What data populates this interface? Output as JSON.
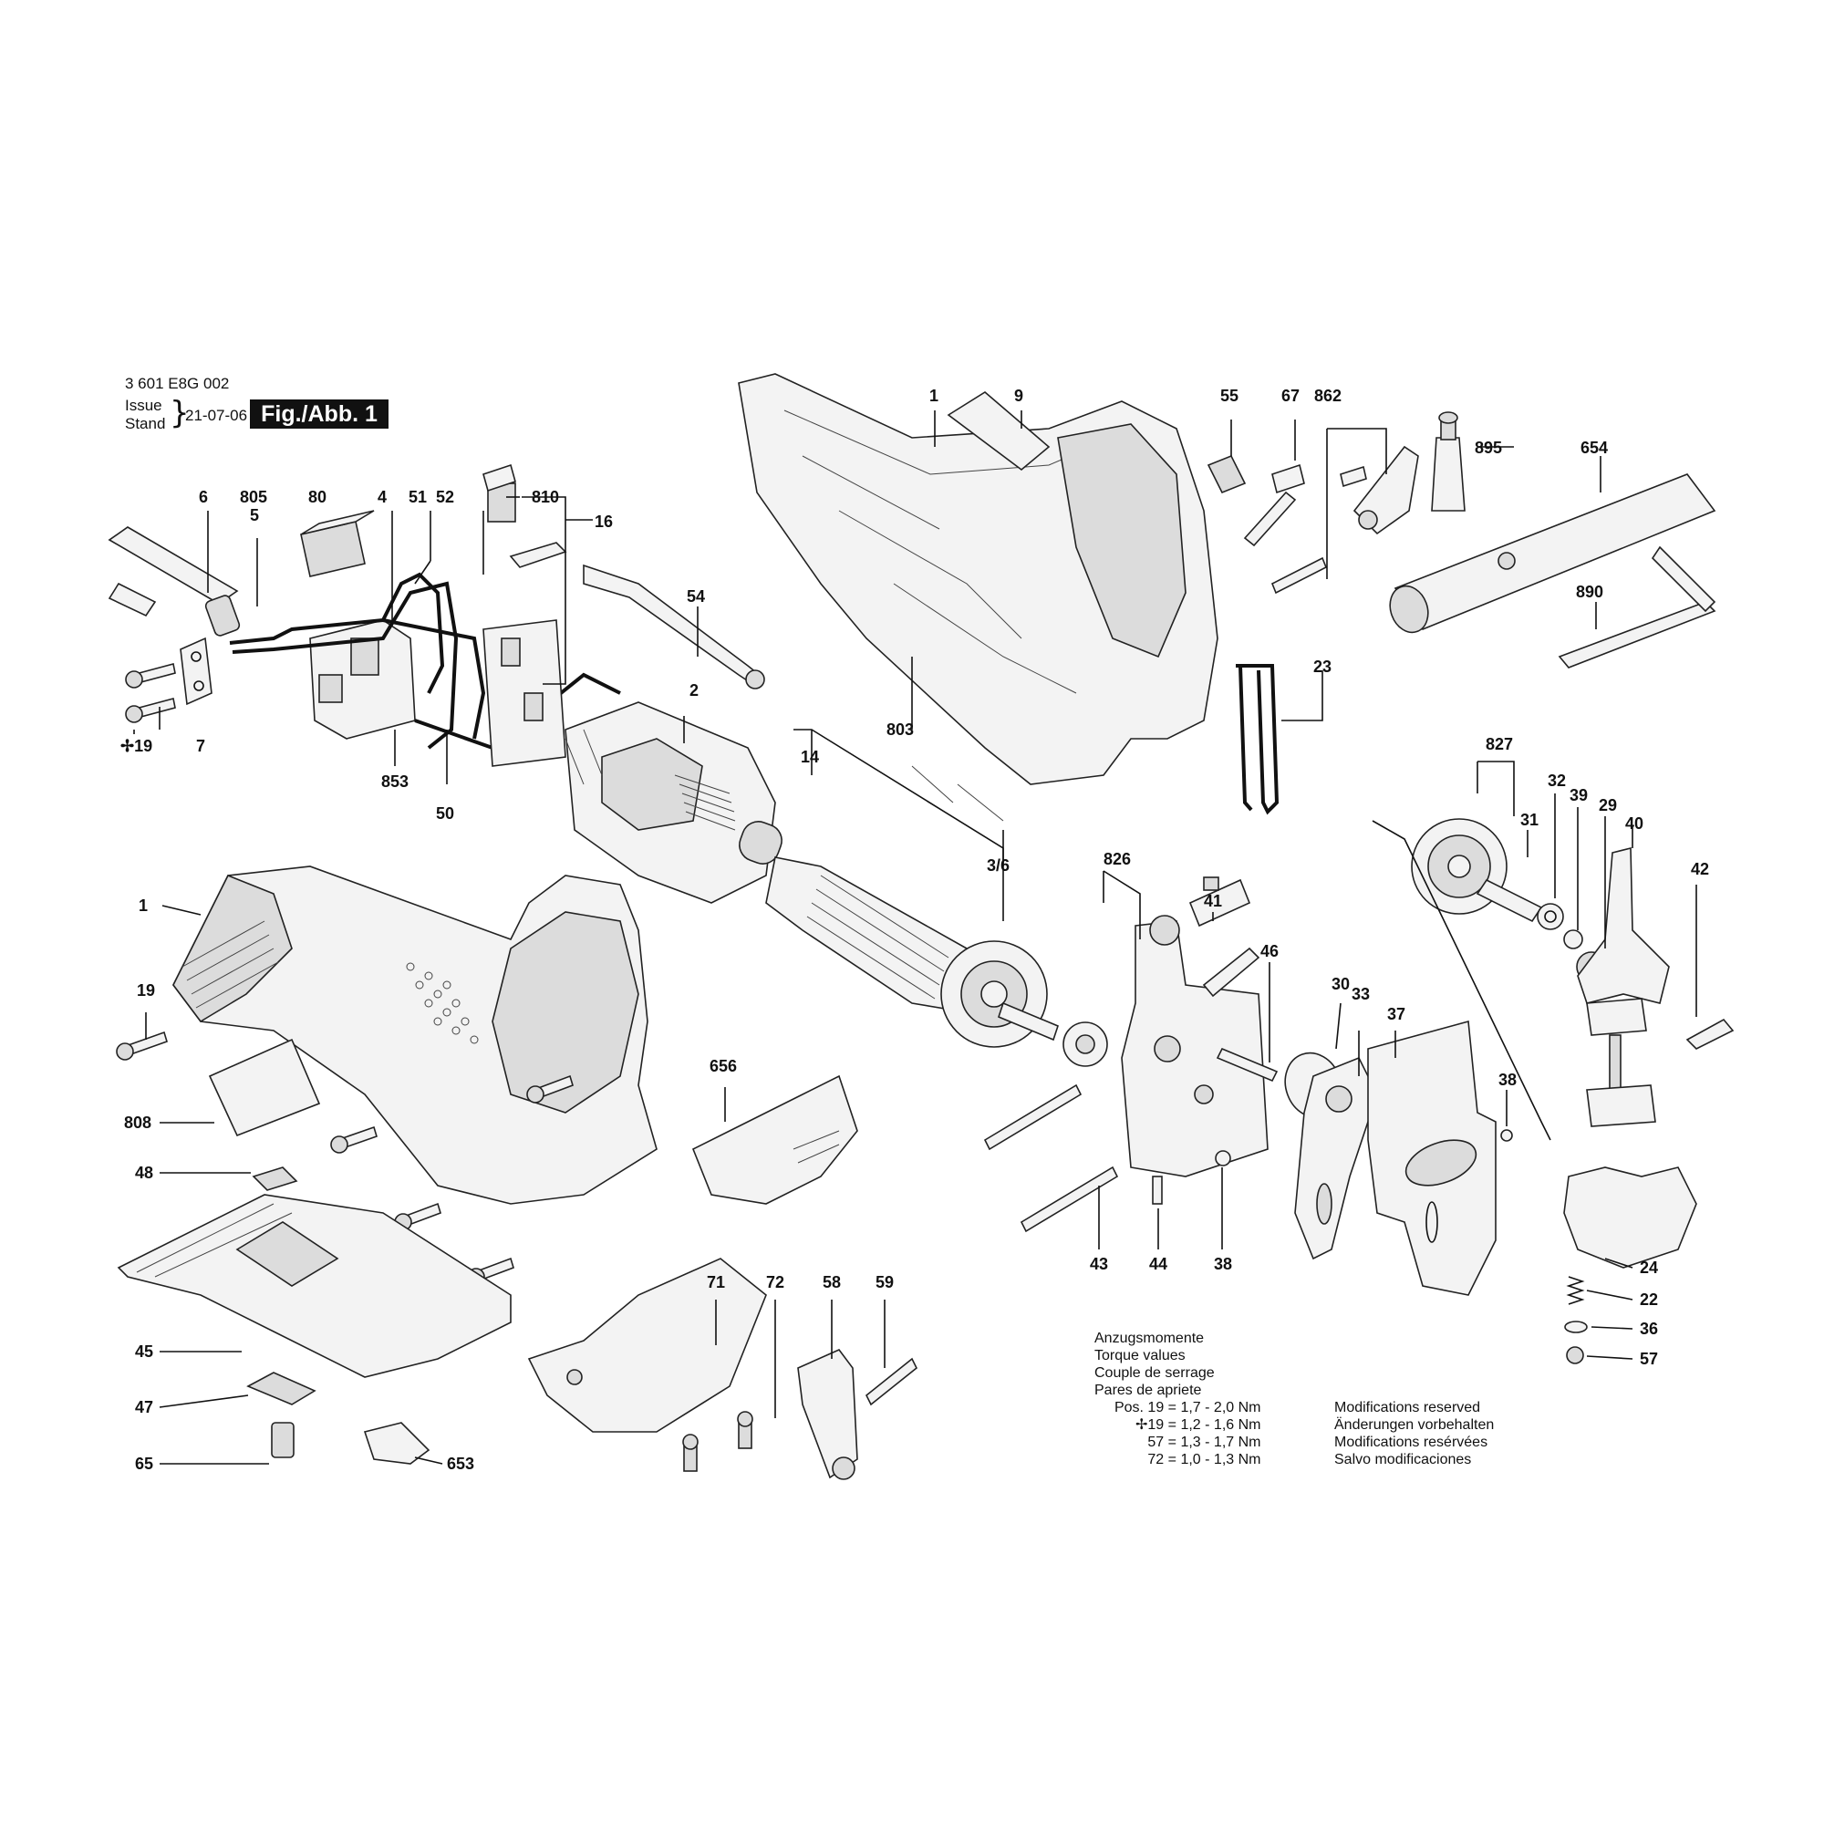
{
  "header": {
    "doc_number": "3 601 E8G 002",
    "issue_label": "Issue",
    "stand_label": "Stand",
    "date": "21-07-06",
    "figure": "Fig./Abb. 1"
  },
  "torque": {
    "titles": [
      "Anzugsmomente",
      "Torque values",
      "Couple de serrage",
      "Pares de apriete"
    ],
    "rows": [
      {
        "pos": "Pos.  19 =",
        "value": "1,7 - 2,0 Nm"
      },
      {
        "pos": "✢19 =",
        "value": "1,2 - 1,6 Nm"
      },
      {
        "pos": "57 =",
        "value": "1,3 - 1,7 Nm"
      },
      {
        "pos": "72 =",
        "value": "1,0 - 1,3 Nm"
      }
    ]
  },
  "modifications": [
    "Modifications reserved",
    "Änderungen vorbehalten",
    "Modifications resérvées",
    "Salvo modificaciones"
  ],
  "part_labels": [
    "6",
    "805",
    "5",
    "80",
    "4",
    "51",
    "52",
    "810",
    "16",
    "54",
    "✢19",
    "7",
    "853",
    "50",
    "2",
    "803",
    "14",
    "3/6",
    "1",
    "9",
    "55",
    "67",
    "862",
    "895",
    "654",
    "890",
    "23",
    "827",
    "32",
    "39",
    "29",
    "40",
    "42",
    "31",
    "826",
    "41",
    "46",
    "30",
    "33",
    "37",
    "38",
    "1",
    "19",
    "808",
    "48",
    "45",
    "47",
    "65",
    "656",
    "71",
    "72",
    "58",
    "59",
    "653",
    "43",
    "44",
    "38",
    "24",
    "22",
    "36",
    "57"
  ]
}
